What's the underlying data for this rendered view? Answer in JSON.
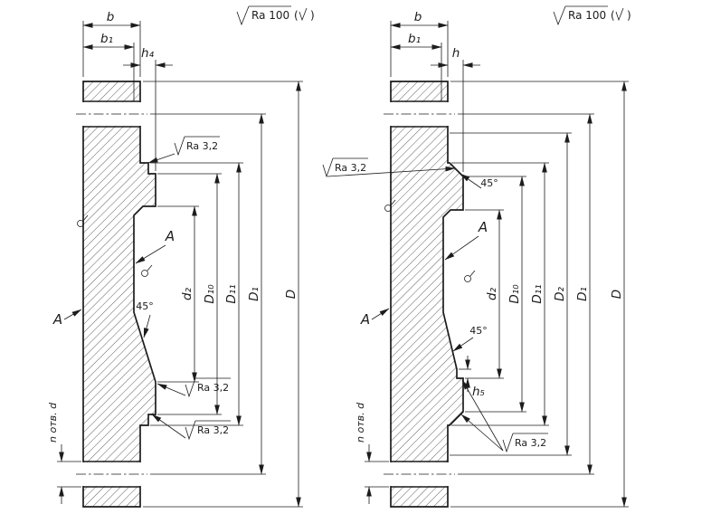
{
  "colors": {
    "ink": "#1c1c1c",
    "background": "#ffffff"
  },
  "surface_top": {
    "text": "Ra 100",
    "open": "(",
    "close": ")"
  },
  "callouts": {
    "ra": "Ra 3,2",
    "angle": "45°",
    "section": "A",
    "holes": "n отв. d"
  },
  "left": {
    "b": "b",
    "b1": "b₁",
    "h4": "h₄",
    "d2": "d₂",
    "D10": "D₁₀",
    "D11": "D₁₁",
    "D1": "D₁",
    "D": "D"
  },
  "right": {
    "b": "b",
    "b1": "b₁",
    "h": "h",
    "h5": "h₅",
    "d2": "d₂",
    "D10": "D₁₀",
    "D11": "D₁₁",
    "D2": "D₂",
    "D1": "D₁",
    "D": "D"
  }
}
